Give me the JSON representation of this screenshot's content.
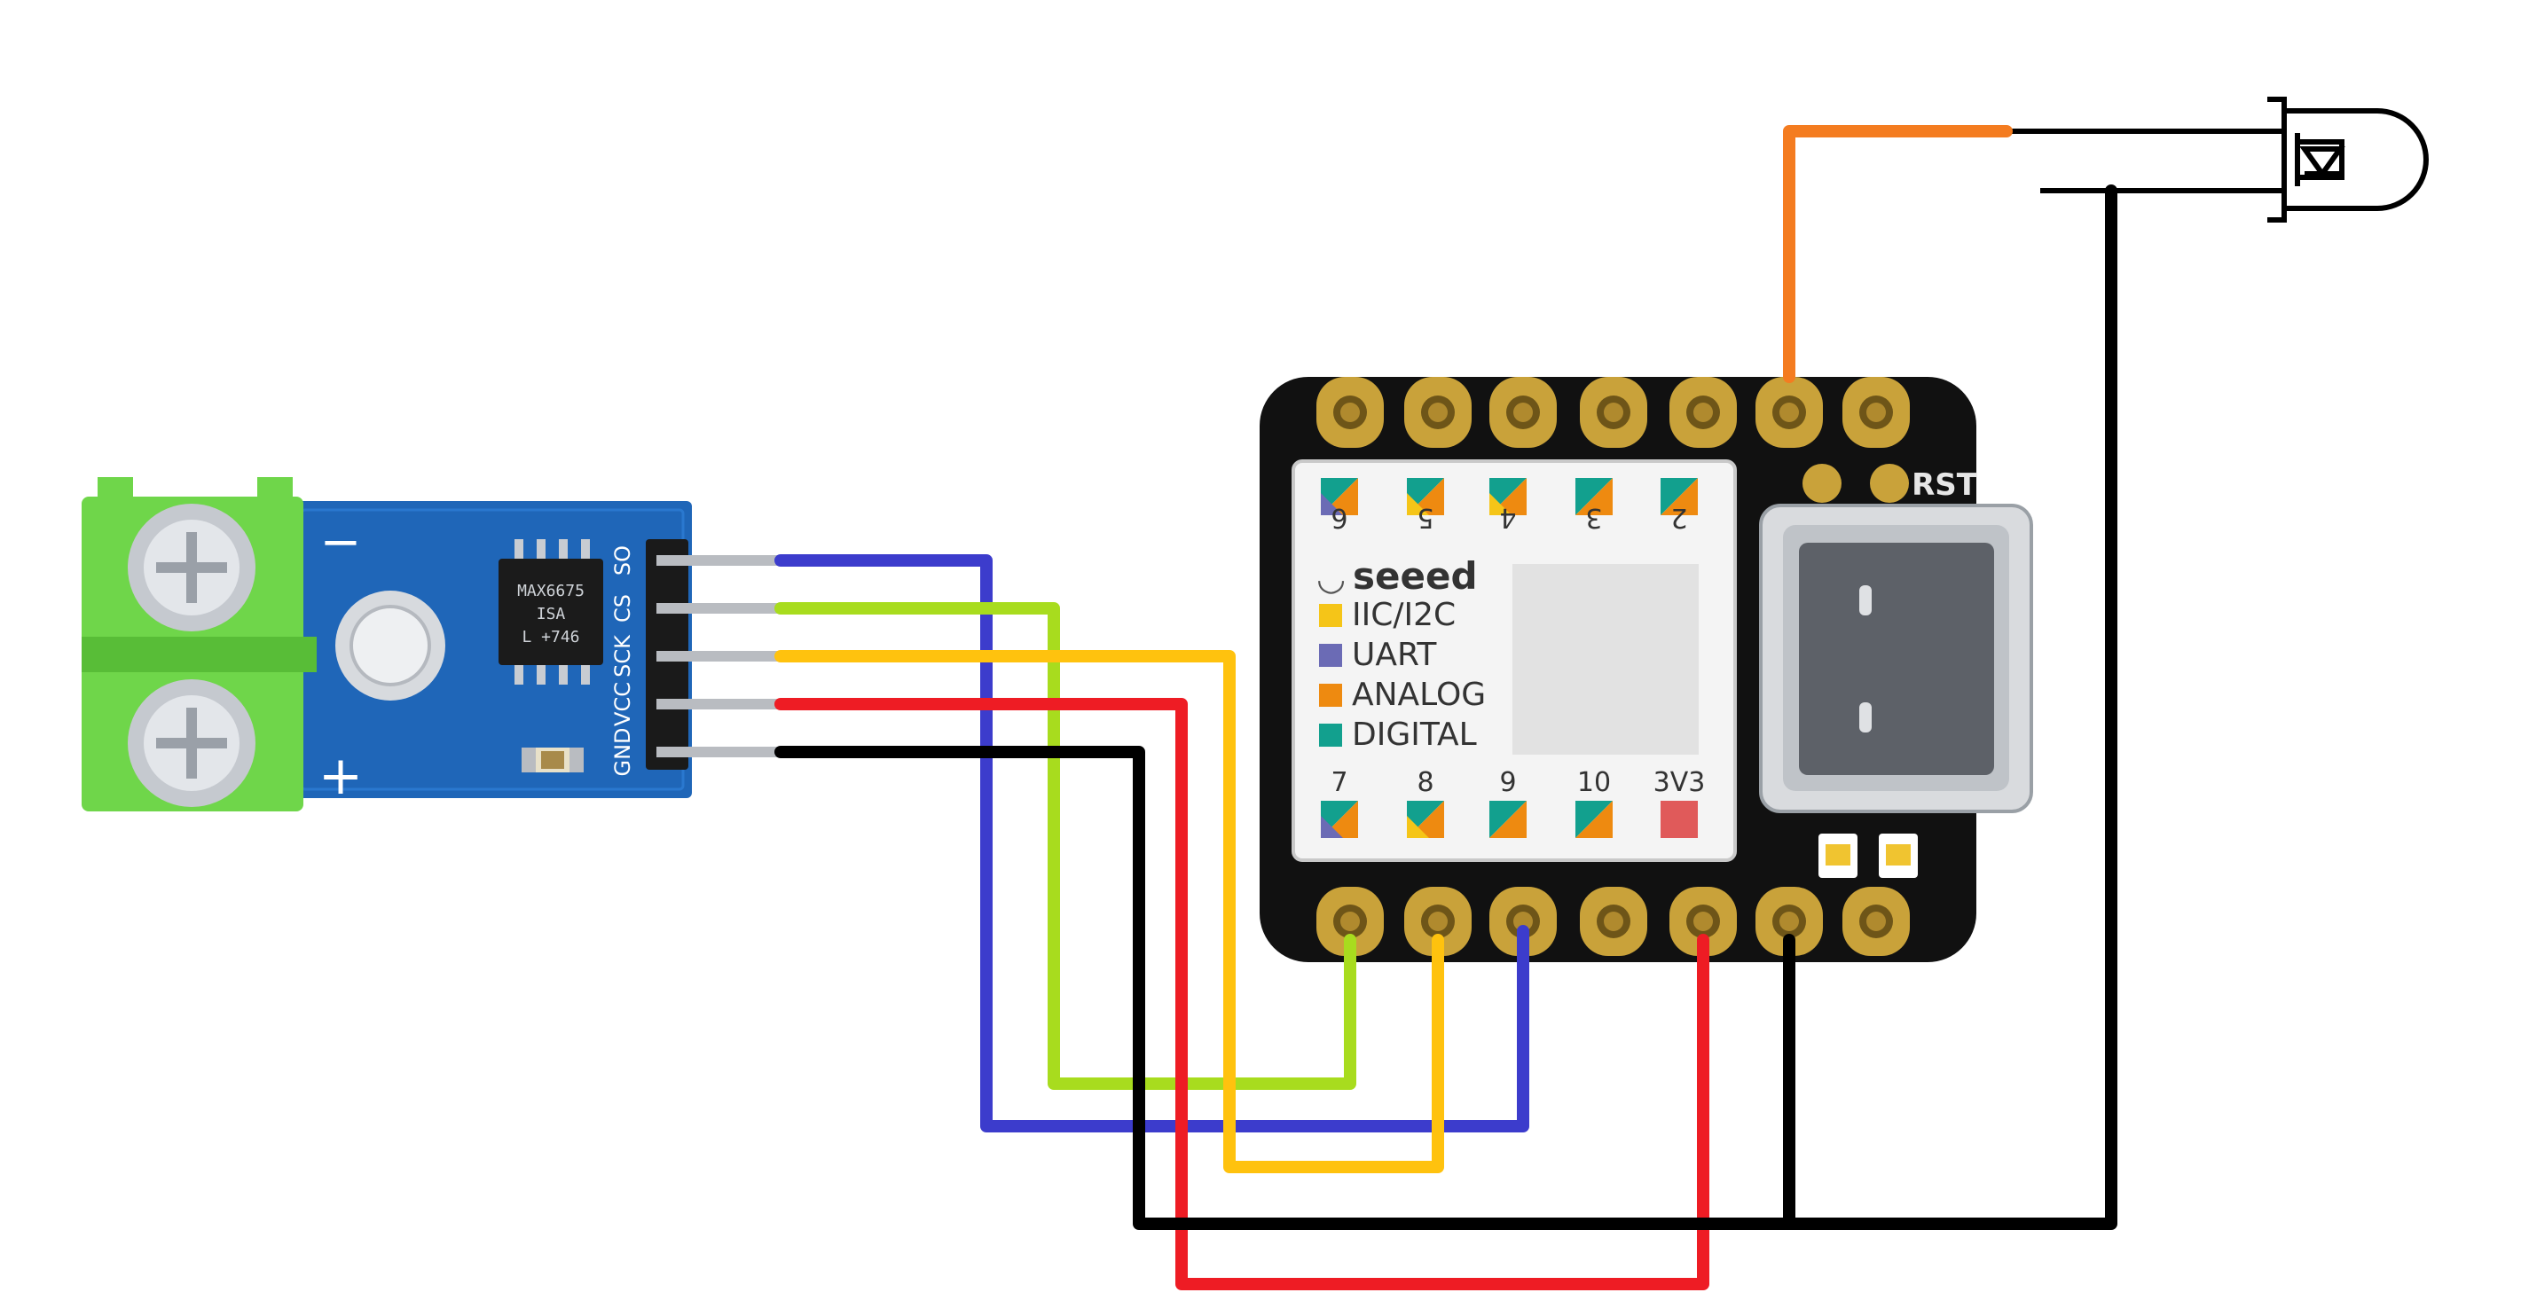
{
  "thermocouple_module": {
    "chip_label_lines": [
      "MAX6675",
      "ISA",
      "L +746"
    ],
    "minus_sign": "−",
    "plus_sign": "+",
    "pin_labels": [
      "SO",
      "CS",
      "SCK",
      "VCC",
      "GND"
    ]
  },
  "xiao_board": {
    "brand": "seeed",
    "rst_label": "RST",
    "top_pin_labels": [
      "6",
      "5",
      "4",
      "3",
      "2"
    ],
    "bottom_pin_labels": [
      "7",
      "8",
      "9",
      "10",
      "3V3"
    ],
    "legend": [
      {
        "label": "IIC/I2C",
        "color": "#f5c518"
      },
      {
        "label": "UART",
        "color": "#6b6bb5"
      },
      {
        "label": "ANALOG",
        "color": "#ee8a10"
      },
      {
        "label": "DIGITAL",
        "color": "#12a08e"
      }
    ]
  },
  "wire_colors": {
    "so": "#3c3ccc",
    "cs": "#a8dc1e",
    "sck": "#ffc20e",
    "vcc": "#ee1c24",
    "gnd": "#000000",
    "ir": "#f47c20"
  },
  "colors": {
    "module_pcb": "#1f66b8",
    "terminal_green": "#6fd64a",
    "board_black": "#111111",
    "pad_gold": "#c9a23a"
  }
}
